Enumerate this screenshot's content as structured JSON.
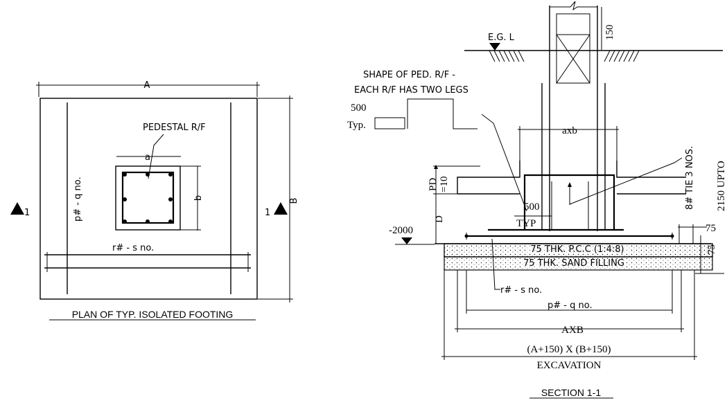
{
  "plan": {
    "dim_A": "A",
    "dim_B": "B",
    "dim_a": "a",
    "dim_b": "b",
    "pedestal_label": "PEDESTAL R/F",
    "bar_long": "p#  - q no.",
    "bar_short": "r#  - s no.",
    "section_mark_left": "1",
    "section_mark_right": "1",
    "title": "PLAN OF TYP. ISOLATED FOOTING"
  },
  "section": {
    "egl": "E.G. L",
    "dim_150_top": "150",
    "shape_note_1": "SHAPE OF PED. R/F -",
    "shape_note_2": "EACH R/F HAS TWO LEGS",
    "dim_500": "500",
    "typ_label": "Typ.",
    "axb": "axb",
    "tie_label": "8# TIE 3 NOS.",
    "upto_label": "2150 UPTO",
    "pd_label": "PD",
    "pd_value": "=10",
    "d_label": "D",
    "level": "-2000",
    "dim_500_typ": "500",
    "typ_caps": "TYP",
    "dim_75_a": "75",
    "dim_75_b": "75",
    "pcc_label": "75 THK. P.C.C (1:4:8)",
    "sand_label": "75 THK. SAND FILLING",
    "bar_short": "r#  - s no.",
    "bar_long": "p#  - q no.",
    "AXB": "AXB",
    "excav_dim": "(A+150) X (B+150)",
    "excav_label": "EXCAVATION",
    "title": "SECTION 1-1"
  }
}
